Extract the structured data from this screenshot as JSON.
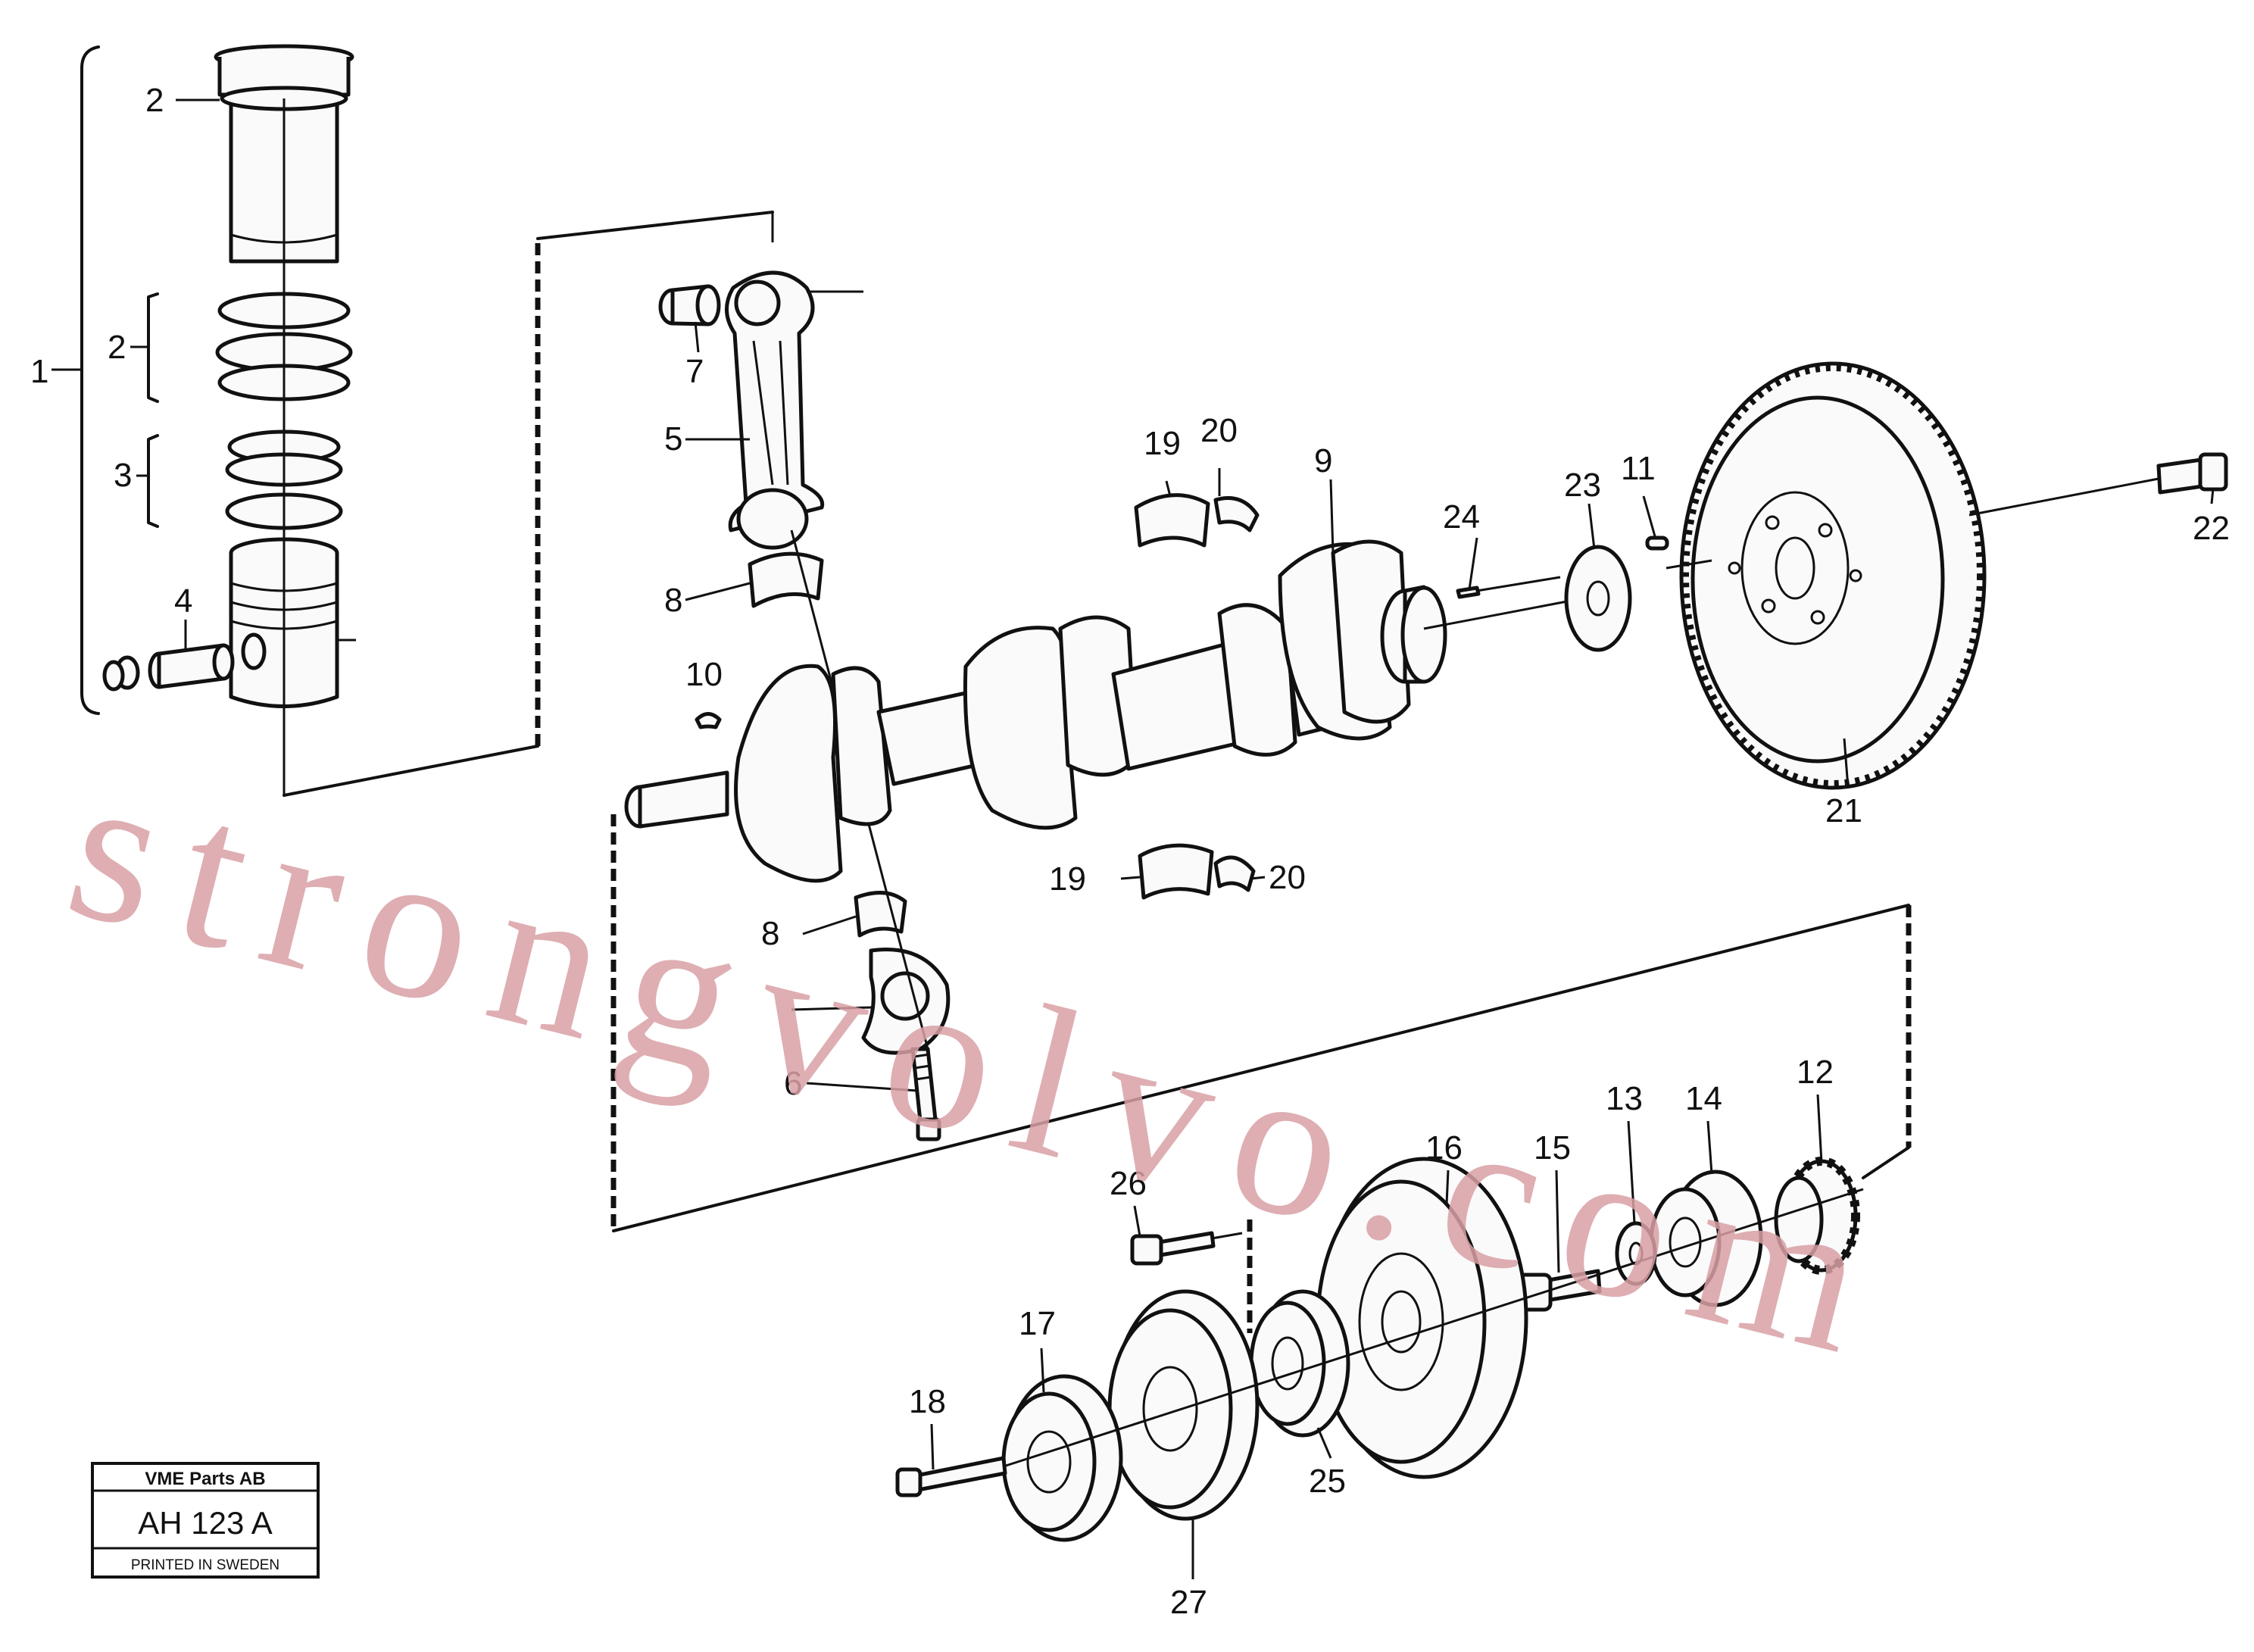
{
  "callouts": {
    "c1": "1",
    "c2a": "2",
    "c2b": "2",
    "c3": "3",
    "c4": "4",
    "c5": "5",
    "c6": "6",
    "c7": "7",
    "c8a": "8",
    "c8b": "8",
    "c9": "9",
    "c10": "10",
    "c11": "11",
    "c12": "12",
    "c13": "13",
    "c14": "14",
    "c15": "15",
    "c16": "16",
    "c17": "17",
    "c18": "18",
    "c19a": "19",
    "c19b": "19",
    "c20a": "20",
    "c20b": "20",
    "c21": "21",
    "c22": "22",
    "c23": "23",
    "c24": "24",
    "c25": "25",
    "c26": "26",
    "c27": "27"
  },
  "watermark": "strongvolvo.com",
  "stamp": {
    "company": "VME Parts AB",
    "code": "AH 123 A",
    "printed": "PRINTED IN SWEDEN"
  }
}
